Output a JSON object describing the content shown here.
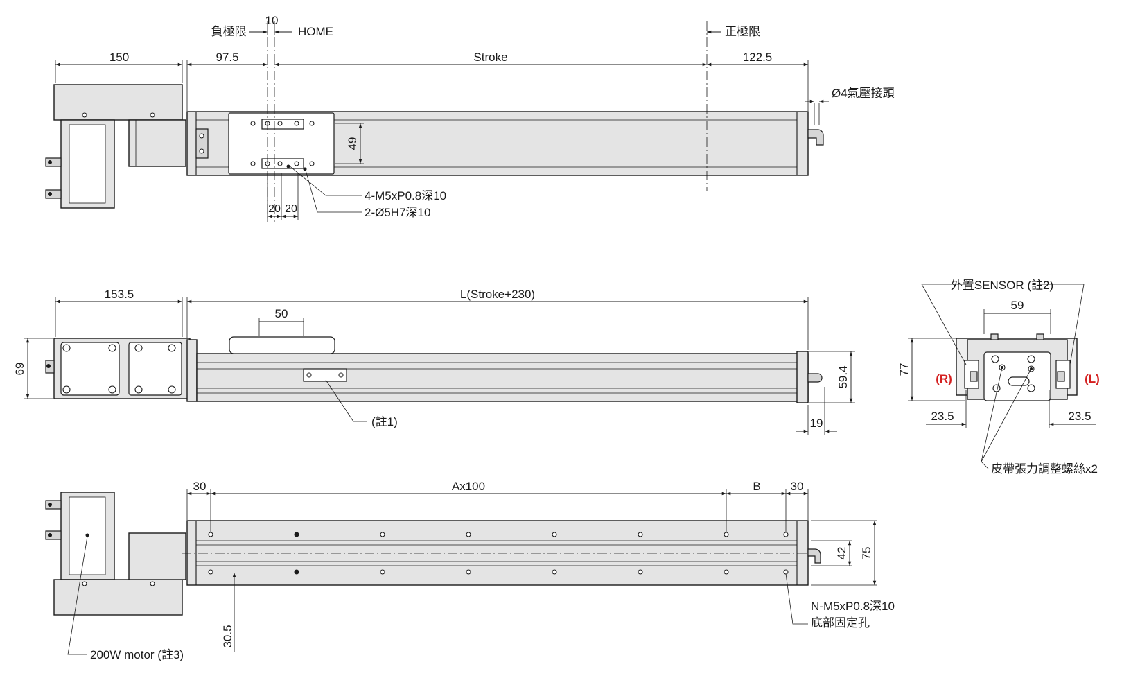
{
  "top_view": {
    "dim_150": "150",
    "dim_97_5": "97.5",
    "dim_stroke": "Stroke",
    "dim_122_5": "122.5",
    "dim_10": "10",
    "label_neg_limit": "負極限",
    "label_home": "HOME",
    "label_pos_limit": "正極限",
    "label_air_fitting": "Ø4氣壓接頭",
    "dim_49": "49",
    "callout_m5_holes": "4-M5xP0.8深10",
    "callout_dowel_holes": "2-Ø5H7深10",
    "dim_20a": "20",
    "dim_20b": "20"
  },
  "side_view": {
    "dim_153_5": "153.5",
    "dim_L": "L(Stroke+230)",
    "dim_50": "50",
    "dim_69": "69",
    "dim_59_4": "59.4",
    "dim_19": "19",
    "callout_note1": "(註1)"
  },
  "bottom_view": {
    "dim_30_left": "30",
    "dim_Ax100": "Ax100",
    "dim_B": "B",
    "dim_30_right": "30",
    "dim_42": "42",
    "dim_75": "75",
    "dim_30_5": "30.5",
    "callout_fix_holes_line1": "N-M5xP0.8深10",
    "callout_fix_holes_line2": "底部固定孔",
    "callout_motor": "200W motor (註3)"
  },
  "end_view": {
    "callout_sensor": "外置SENSOR (註2)",
    "dim_59": "59",
    "dim_77": "77",
    "label_R": "(R)",
    "label_L": "(L)",
    "dim_23_5_left": "23.5",
    "dim_23_5_right": "23.5",
    "callout_belt": "皮帶張力調整螺絲x2"
  },
  "colors": {
    "line": "#1a1a1a",
    "body_fill": "#e4e4e4",
    "part_fill": "#d6d6d6",
    "red_label": "#d42020"
  }
}
